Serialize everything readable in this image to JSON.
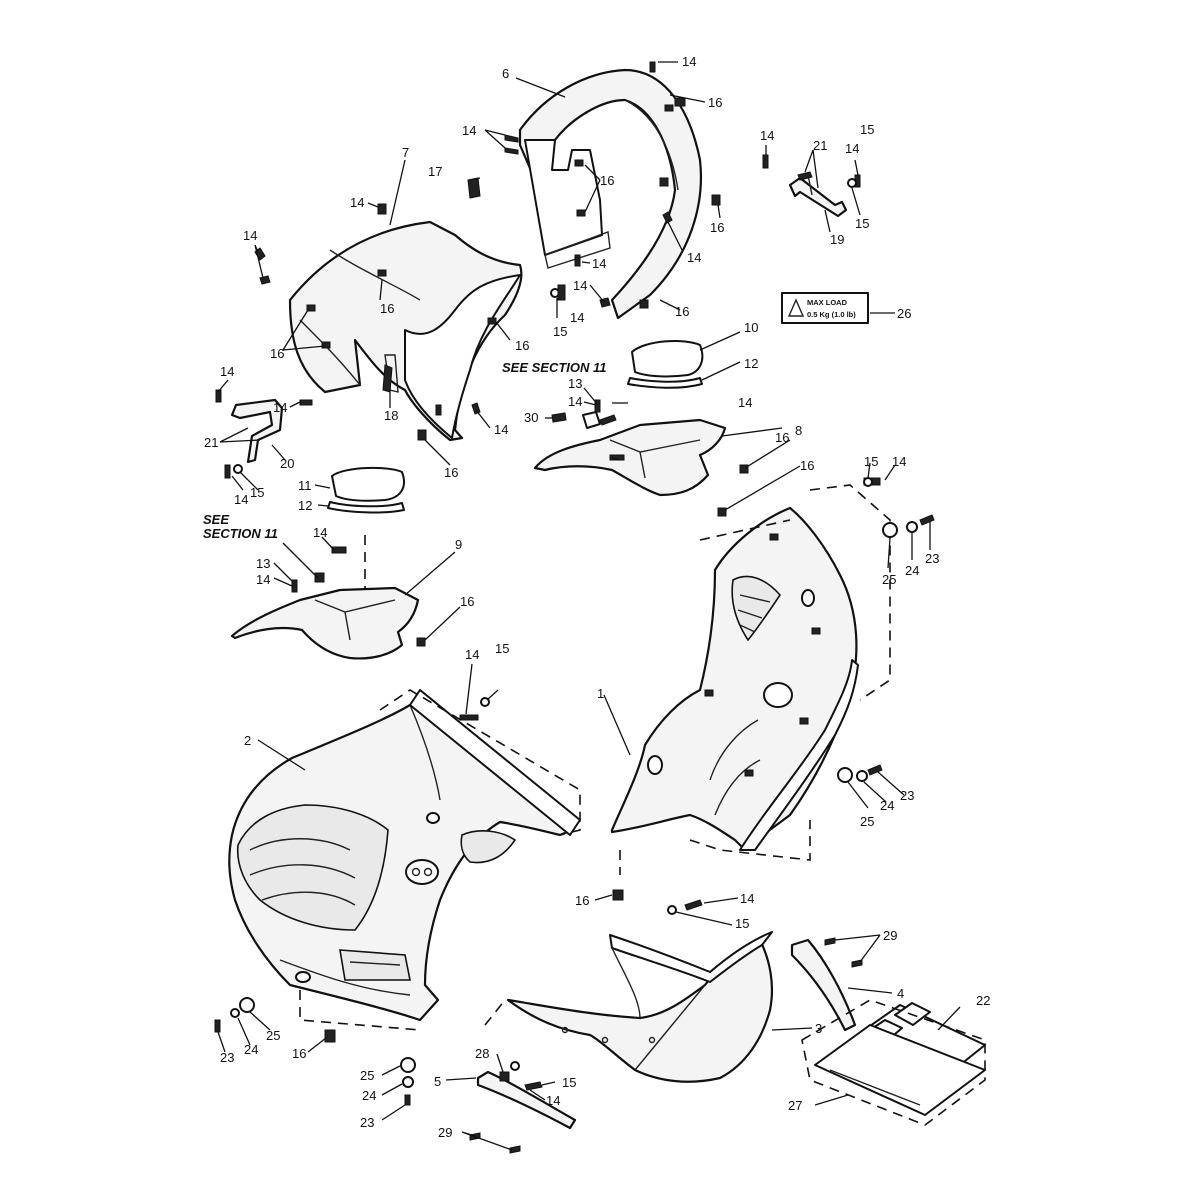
{
  "notes": {
    "see_section_a": "SEE SECTION 11",
    "see_section_b_line1": "SEE",
    "see_section_b_line2": "SECTION 11"
  },
  "warning_label": {
    "line1": "MAX LOAD",
    "line2": "0.5 Kg (1.0 lb)",
    "icon": "warning-triangle-icon"
  },
  "callouts": {
    "c1": "1",
    "c2": "2",
    "c3": "3",
    "c4": "4",
    "c5": "5",
    "c6": "6",
    "c7": "7",
    "c8": "8",
    "c9": "9",
    "c10": "10",
    "c11": "11",
    "c12a": "12",
    "c12b": "12",
    "c13a": "13",
    "c13b": "13",
    "c14_1": "14",
    "c14_2": "14",
    "c14_3": "14",
    "c14_4": "14",
    "c14_5": "14",
    "c14_6": "14",
    "c14_7": "14",
    "c14_8": "14",
    "c14_9": "14",
    "c14_10": "14",
    "c14_11": "14",
    "c14_12": "14",
    "c14_13": "14",
    "c14_14": "14",
    "c14_15": "14",
    "c14_16": "14",
    "c14_17": "14",
    "c14_18": "14",
    "c14_19": "14",
    "c14_20": "14",
    "c14_21": "14",
    "c14_22": "14",
    "c15_1": "15",
    "c15_2": "15",
    "c15_3": "15",
    "c15_4": "15",
    "c15_5": "15",
    "c15_6": "15",
    "c15_7": "15",
    "c15_8": "15",
    "c16_1": "16",
    "c16_2": "16",
    "c16_3": "16",
    "c16_4": "16",
    "c16_5": "16",
    "c16_6": "16",
    "c16_7": "16",
    "c16_8": "16",
    "c16_9": "16",
    "c16_10": "16",
    "c16_11": "16",
    "c16_12": "16",
    "c16_13": "16",
    "c17": "17",
    "c18": "18",
    "c19": "19",
    "c20": "20",
    "c21a": "21",
    "c21b": "21",
    "c22": "22",
    "c23_1": "23",
    "c23_2": "23",
    "c23_3": "23",
    "c23_4": "23",
    "c24_1": "24",
    "c24_2": "24",
    "c24_3": "24",
    "c24_4": "24",
    "c25_1": "25",
    "c25_2": "25",
    "c25_3": "25",
    "c25_4": "25",
    "c26": "26",
    "c27": "27",
    "c28": "28",
    "c29a": "29",
    "c29b": "29",
    "c30": "30"
  }
}
